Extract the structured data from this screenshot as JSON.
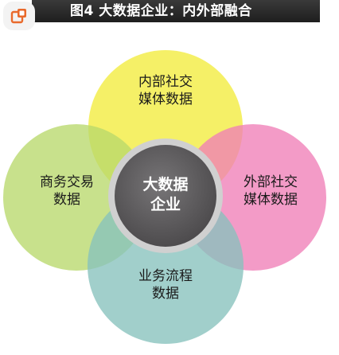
{
  "title": "图4  大数据企业：内外部融合",
  "center": {
    "line1": "大数据",
    "line2": "企业"
  },
  "circles": {
    "top": {
      "line1": "内部社交",
      "line2": "媒体数据",
      "color": "#f2ec3c"
    },
    "right": {
      "line1": "外部社交",
      "line2": "媒体数据",
      "color": "#ef7fb7"
    },
    "left": {
      "line1": "商务交易",
      "line2": "数据",
      "color": "#b9d96b"
    },
    "bottom": {
      "line1": "业务流程",
      "line2": "数据",
      "color": "#86c2bd"
    }
  },
  "colors": {
    "center_fill": "#5c5a5c",
    "center_ring": "#c8c8c8",
    "title_bar": "#2b2b2b",
    "app_icon_accent": "#e96a2c"
  },
  "icons": {
    "app_icon": "wechat-share-icon"
  }
}
